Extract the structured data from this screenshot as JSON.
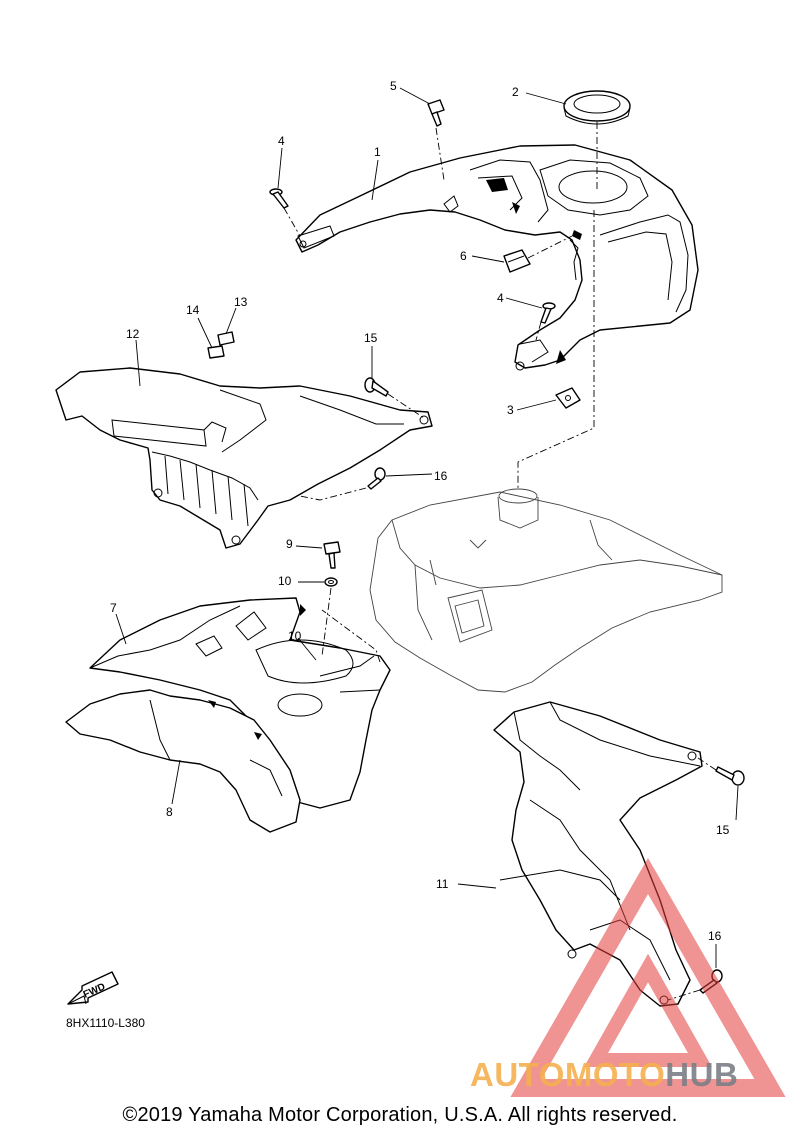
{
  "diagram": {
    "code": "8HX1110-L380",
    "fwd_label": "FWD",
    "copyright": "©2019 Yamaha Motor Corporation, U.S.A. All rights reserved.",
    "watermark": {
      "part1": "AUTOMOTO",
      "part2": "HUB",
      "color_primary": "#f5b04f",
      "color_secondary": "#7c7f86",
      "color_triangle": "#e23b3b"
    },
    "callouts": [
      {
        "id": "c1",
        "text": "1"
      },
      {
        "id": "c2",
        "text": "2"
      },
      {
        "id": "c3",
        "text": "3"
      },
      {
        "id": "c4a",
        "text": "4"
      },
      {
        "id": "c4b",
        "text": "4"
      },
      {
        "id": "c5",
        "text": "5"
      },
      {
        "id": "c6",
        "text": "6"
      },
      {
        "id": "c7",
        "text": "7"
      },
      {
        "id": "c8",
        "text": "8"
      },
      {
        "id": "c9",
        "text": "9"
      },
      {
        "id": "c10a",
        "text": "10"
      },
      {
        "id": "c10b",
        "text": "10"
      },
      {
        "id": "c11",
        "text": "11"
      },
      {
        "id": "c12",
        "text": "12"
      },
      {
        "id": "c13",
        "text": "13"
      },
      {
        "id": "c14",
        "text": "14"
      },
      {
        "id": "c15a",
        "text": "15"
      },
      {
        "id": "c15b",
        "text": "15"
      },
      {
        "id": "c16a",
        "text": "16"
      },
      {
        "id": "c16b",
        "text": "16"
      }
    ]
  }
}
